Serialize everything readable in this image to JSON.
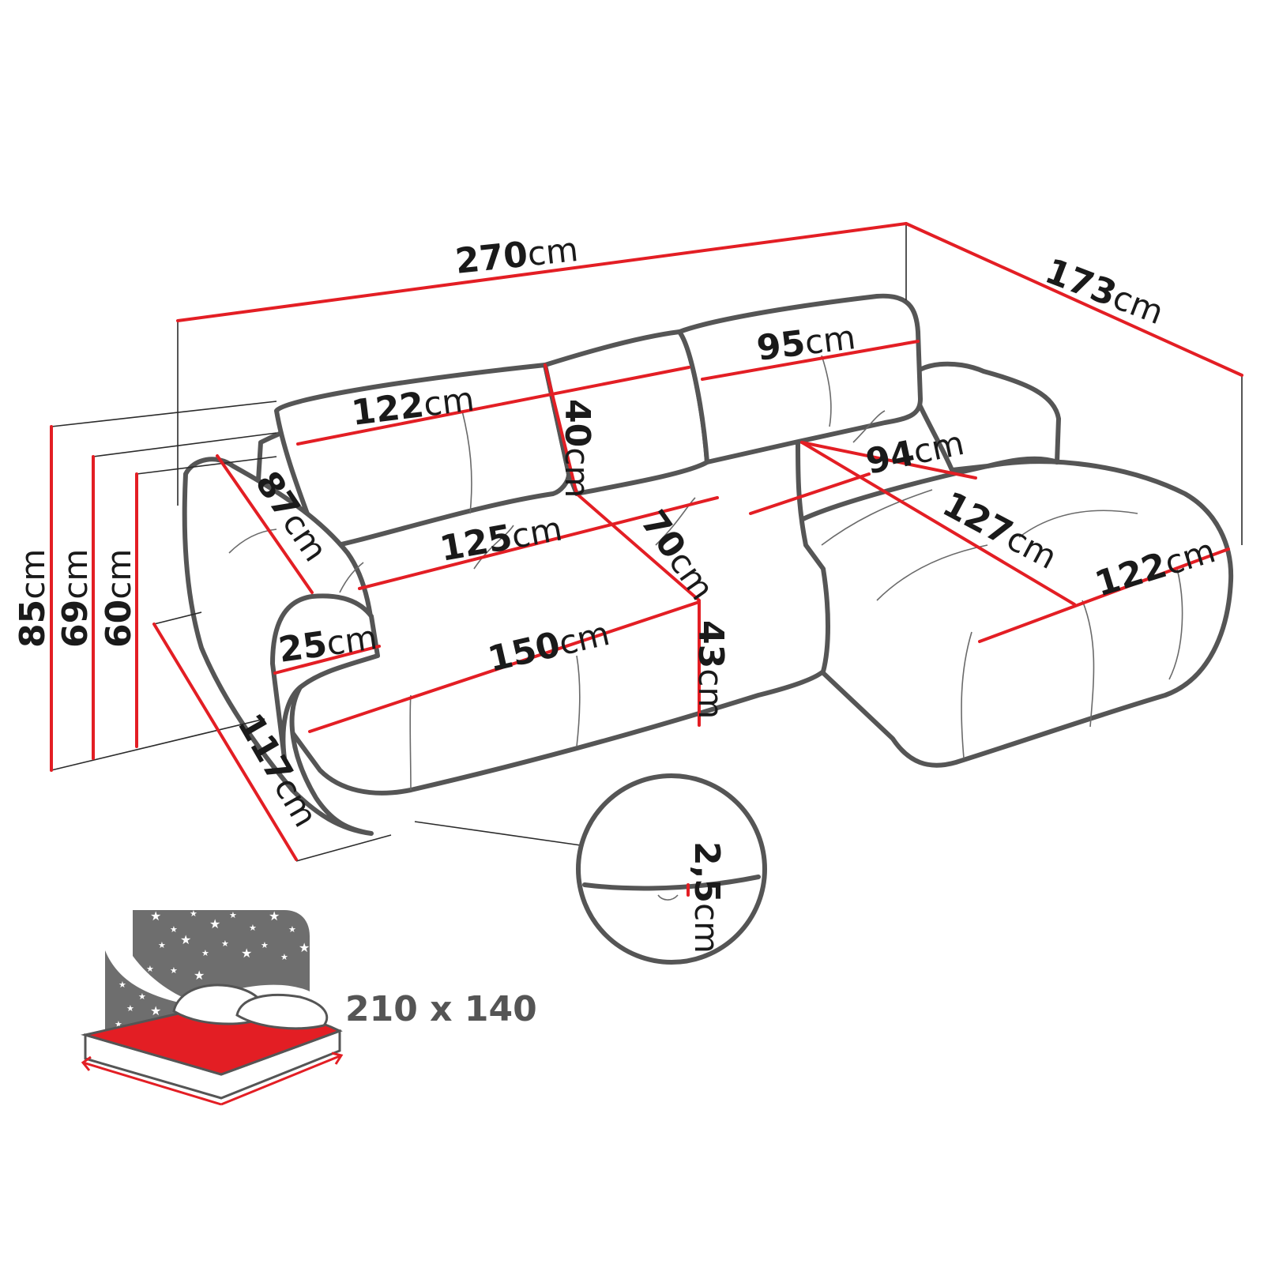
{
  "colors": {
    "dimension_line": "#e31e24",
    "outline": "#555555",
    "text": "#1a1a1a",
    "bed_surface": "#e31e24",
    "bed_backdrop": "#6e6e6e"
  },
  "unit": "cm",
  "dimensions": {
    "total_width": "270",
    "depth_right": "173",
    "backrest_cushion_left": "122",
    "backrest_cushion_right": "95",
    "cushion_height": "40",
    "seat_width": "125",
    "seat_depth": "70",
    "front_width": "150",
    "seat_height": "43",
    "armrest_depth": "87",
    "armrest_width": "25",
    "sofa_depth": "117",
    "chaise_width": "94",
    "chaise_length": "127",
    "chaise_front": "122",
    "height_total": "85",
    "height_back": "69",
    "height_arm": "60",
    "leg_height": "2,5"
  },
  "bed": {
    "size_label": "210 x 140",
    "icon": "sleeping-function-bed-icon"
  }
}
